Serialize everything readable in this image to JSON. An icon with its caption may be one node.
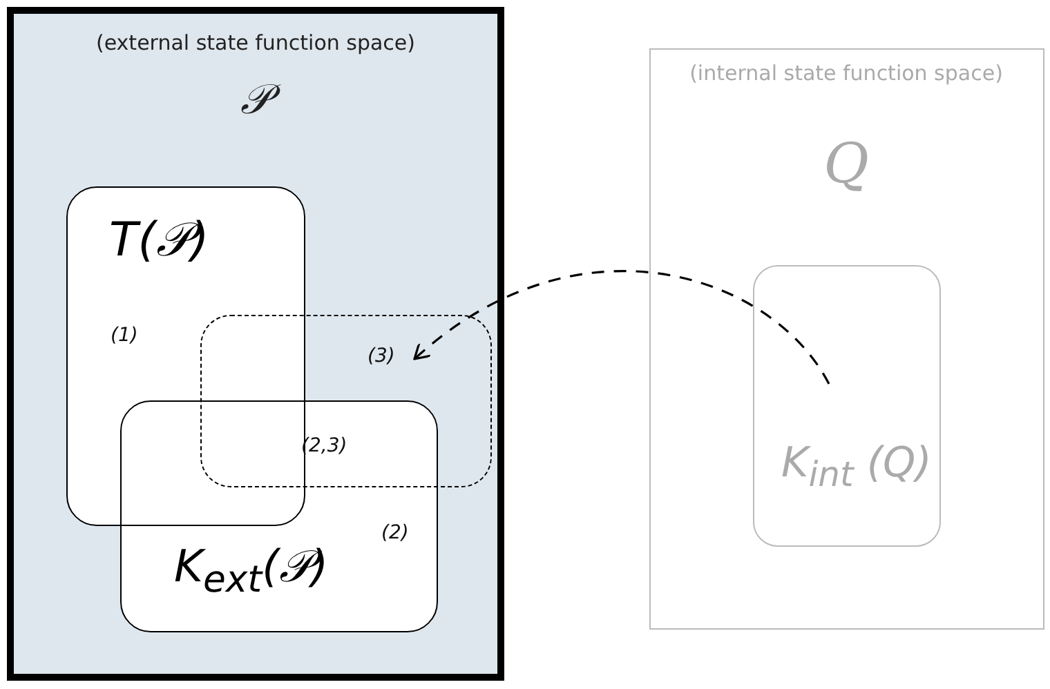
{
  "diagram": {
    "nodes": [
      {
        "text": [
          "(external state function space)",
          "𝒫"
        ]
      },
      {
        "text": [
          "T(𝒫)"
        ],
        "in": 0
      },
      {
        "text": [],
        "shape": "box",
        "in": 0
      },
      {
        "text": [
          "K$_{ext}$(𝒫)"
        ],
        "in": 0
      },
      {
        "text": [
          "(internal state function space)",
          "Q"
        ]
      },
      {
        "text": [
          "K$_{int}$ (Q)"
        ],
        "in": 4
      }
    ],
    "edges": [
      {
        "from": 5,
        "to": 2,
        "arrow": "to",
        "style": "dashed"
      }
    ],
    "labels": [
      "(1)",
      "(3)",
      "(2,3)",
      "(2)"
    ]
  }
}
